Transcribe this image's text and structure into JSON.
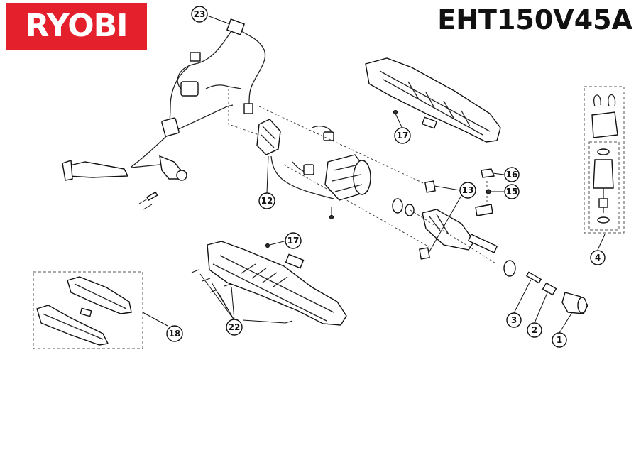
{
  "header": {
    "brand": "RYOBI",
    "model": "EHT150V45A"
  },
  "colors": {
    "brand_red": "#e4202c",
    "line": "#111111"
  },
  "callouts": [
    "1",
    "2",
    "3",
    "4",
    "12",
    "13",
    "15",
    "16",
    "17",
    "17",
    "18",
    "22",
    "23"
  ]
}
